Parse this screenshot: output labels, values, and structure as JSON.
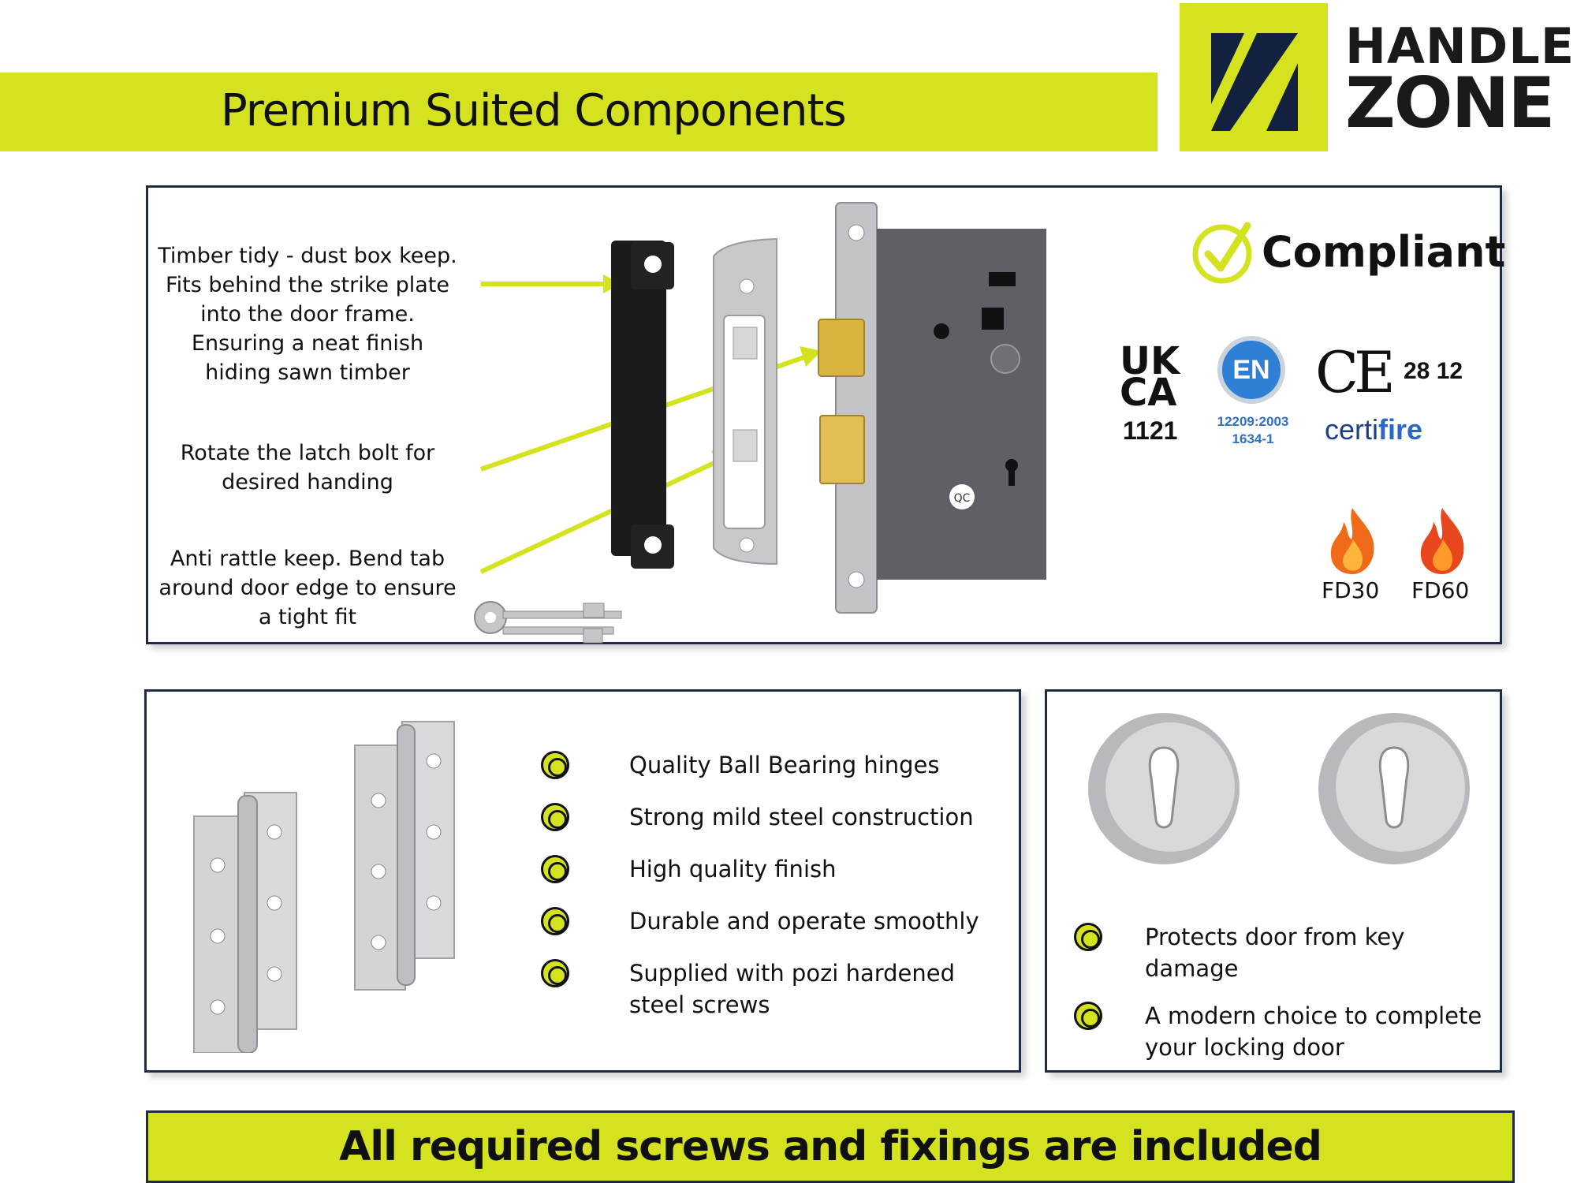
{
  "header": {
    "title": "Premium Suited Components",
    "logo_line1": "HANDLE",
    "logo_line2": "ZONE"
  },
  "lock_panel": {
    "callouts": [
      "Timber tidy - dust box keep. Fits behind the strike plate into the door frame. Ensuring a neat finish hiding sawn timber",
      "Rotate the latch bolt for desired handing",
      "Anti rattle keep. Bend tab around door edge to ensure a tight fit"
    ],
    "compliance": {
      "compliant_label": "Compliant",
      "ukca_mark": "UK CA",
      "ukca_number": "1121",
      "en_label": "EN",
      "en_standard_1": "12209:2003",
      "en_standard_2": "1634-1",
      "ce_mark": "CE",
      "ce_number": "28 12",
      "certifire_prefix": "certi",
      "certifire_suffix": "fire",
      "fire_ratings": [
        "FD30",
        "FD60"
      ]
    }
  },
  "hinge_panel": {
    "bullets": [
      "Quality Ball Bearing hinges",
      "Strong mild steel construction",
      "High quality finish",
      "Durable and operate smoothly",
      "Supplied with pozi hardened steel screws"
    ]
  },
  "escutcheon_panel": {
    "bullets": [
      "Protects door from key damage",
      "A modern choice to complete your locking door"
    ]
  },
  "footer": {
    "text": "All required screws and fixings are included"
  },
  "colors": {
    "accent_lime": "#d4e21f",
    "panel_border": "#1f2a44",
    "en_blue": "#2f7fd6",
    "certifire_blue": "#1d3f8a",
    "fire_orange": "#f06a1a"
  },
  "icons": [
    "check-icon",
    "flame-icon",
    "bullet-ring-icon",
    "arrow-icon"
  ]
}
